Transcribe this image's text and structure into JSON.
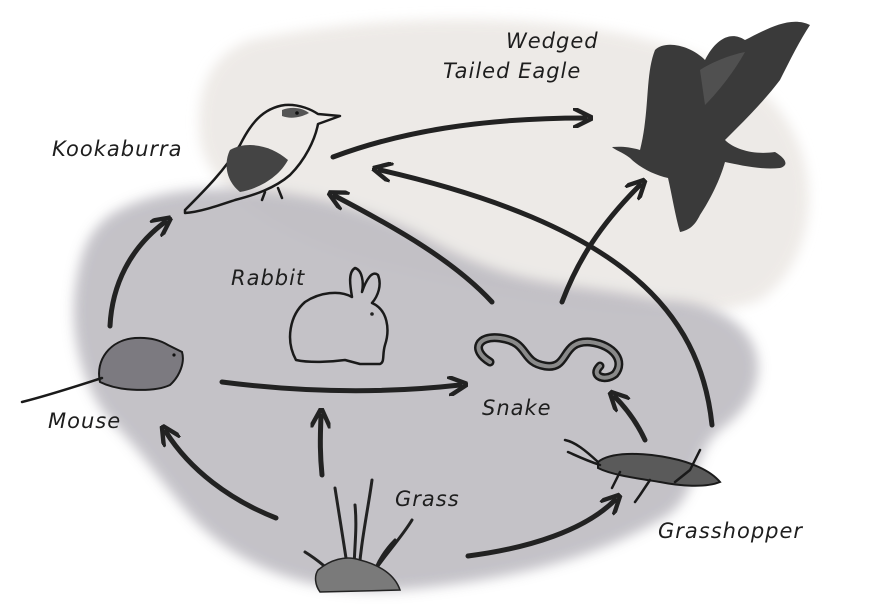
{
  "labels": {
    "eagle_line1": "Wedged",
    "eagle_line2": "Tailed Eagle",
    "kookaburra": "Kookaburra",
    "rabbit": "Rabbit",
    "mouse": "Mouse",
    "snake": "Snake",
    "grass": "Grass",
    "grasshopper": "Grasshopper"
  },
  "links": [
    {
      "from": "grass",
      "to": "mouse"
    },
    {
      "from": "grass",
      "to": "rabbit"
    },
    {
      "from": "grass",
      "to": "grasshopper"
    },
    {
      "from": "mouse",
      "to": "kookaburra"
    },
    {
      "from": "mouse",
      "to": "snake"
    },
    {
      "from": "grasshopper",
      "to": "snake"
    },
    {
      "from": "grasshopper",
      "to": "kookaburra"
    },
    {
      "from": "snake",
      "to": "kookaburra"
    },
    {
      "from": "snake",
      "to": "eagle"
    },
    {
      "from": "kookaburra",
      "to": "eagle"
    }
  ],
  "colors": {
    "ink": "#1a1a1a",
    "blob_light": "#e6e2de",
    "blob_dark": "#b9b7bd",
    "background": "#ffffff"
  }
}
